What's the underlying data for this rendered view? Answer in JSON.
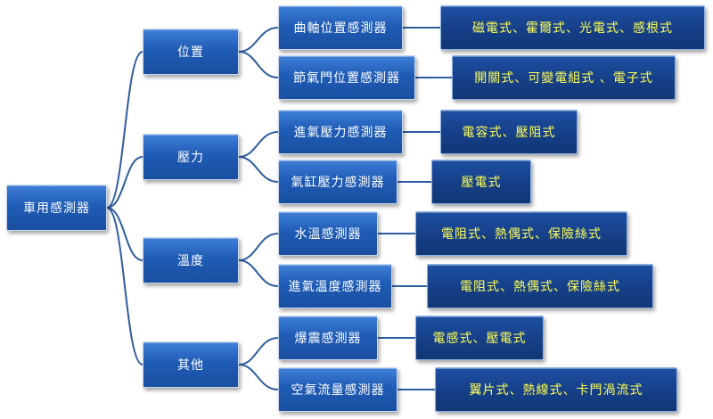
{
  "diagram": {
    "root": "車用感測器",
    "categories": [
      "位置",
      "壓力",
      "溫度",
      "其他"
    ],
    "sensors": [
      "曲軸位置感測器",
      "節氣門位置感測器",
      "進氣壓力感測器",
      "氣缸壓力感測器",
      "水溫感測器",
      "進氣溫度感測器",
      "爆震感測器",
      "空氣流量感測器"
    ],
    "types": [
      "磁電式、霍爾式、光電式、感根式",
      "開關式、可變電組式 、電子式",
      "電容式、壓阻式",
      "壓電式",
      "電阻式、熱偶式、保險絲式",
      "電阻式、熱偶式、保險絲式",
      "電感式、壓電式",
      "翼片式、熱線式、卡門渦流式"
    ]
  },
  "colors": {
    "box_fill": "#1f5cb6",
    "box_border": "#c9d8ee",
    "connector": "#2e5d9e",
    "label_white": "#ffffff",
    "label_yellow": "#ffff55"
  }
}
